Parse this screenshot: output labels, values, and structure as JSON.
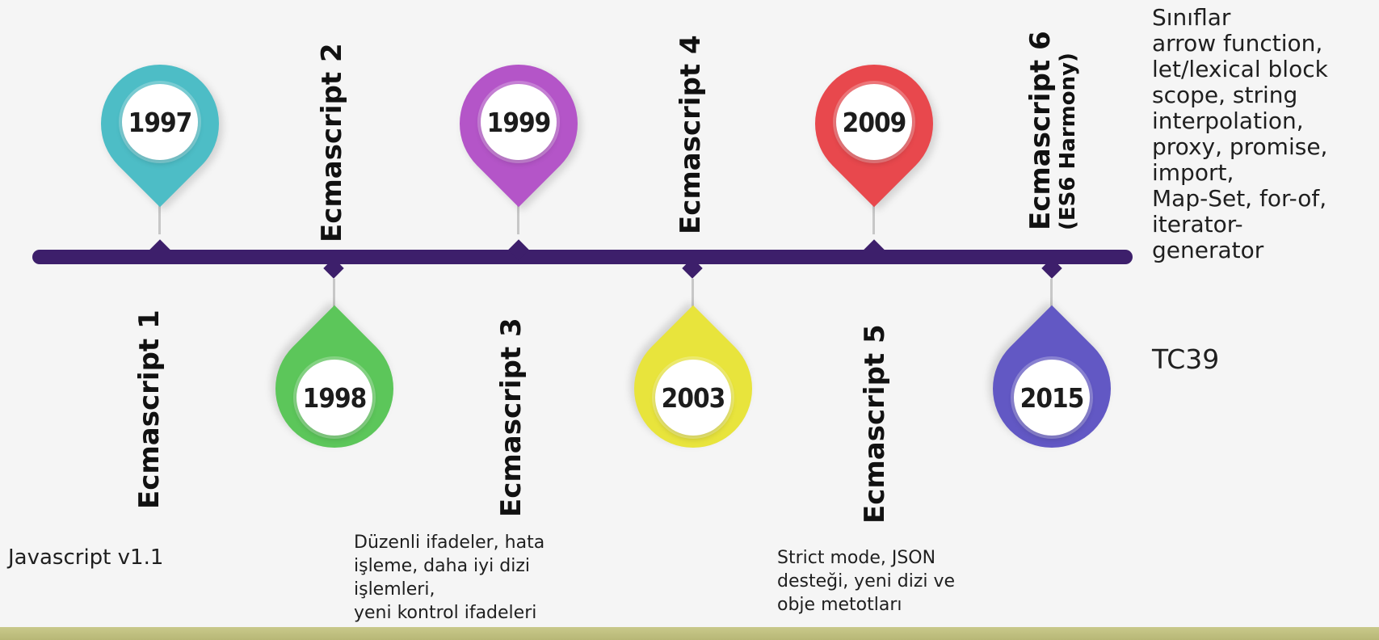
{
  "milestones": [
    {
      "year": "1997",
      "edition": "Ecmascript 1",
      "color": "#4dbdc6",
      "description": "Javascript v1.1"
    },
    {
      "year": "1998",
      "edition": "Ecmascript 2",
      "color": "#5cc65a",
      "description": ""
    },
    {
      "year": "1999",
      "edition": "Ecmascript 3",
      "color": "#b455c8",
      "description": "Düzenli ifadeler, hata işleme, daha iyi dizi işlemleri, yeni kontrol ifadeleri"
    },
    {
      "year": "2003",
      "edition": "Ecmascript 4",
      "color": "#e8e43c",
      "description": ""
    },
    {
      "year": "2009",
      "edition": "Ecmascript 5",
      "color": "#e8484d",
      "description": "Strict mode, JSON desteği, yeni dizi ve obje metotları"
    },
    {
      "year": "2015",
      "edition": "Ecmascript 6",
      "edition_sub": "(ES6 Harmony)",
      "color": "#6258c4",
      "description": "Sınıflar arrow function, let/lexical block scope, string interpolation, proxy, promise, import, Map-Set, for-of, iterator- generator"
    }
  ],
  "lines": {
    "m3": [
      "Düzenli ifadeler, hata",
      "işleme, daha iyi dizi",
      "işlemleri,",
      "yeni kontrol ifadeleri"
    ],
    "m5": [
      "Strict mode, JSON",
      "desteği, yeni dizi ve",
      "obje metotları"
    ],
    "m6": [
      "Sınıflar",
      "arrow function,",
      "let/lexical block",
      "scope, string",
      "interpolation,",
      "proxy, promise,",
      "import,",
      "Map-Set, for-of,",
      "iterator-",
      "generator"
    ]
  },
  "committee": "TC39"
}
